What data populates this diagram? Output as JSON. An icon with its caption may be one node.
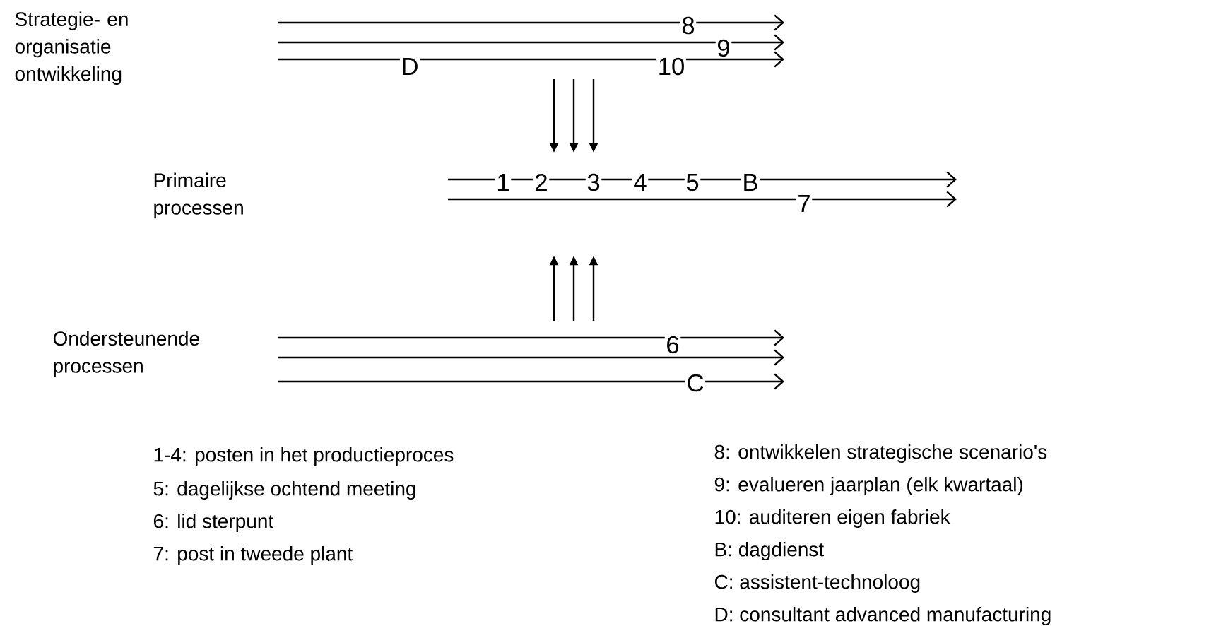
{
  "diagram": {
    "labels": [
      "Strategie- en organisatie ontwikkeling",
      "8",
      "9",
      "D",
      "10",
      "Primaire processen",
      "1",
      "2",
      "3",
      "4",
      "5",
      "B",
      "7",
      "Ondersteunende processen",
      "6",
      "C",
      "1-4: posten in het productieproces",
      "5: dagelijkse ochtend meeting",
      "6: lid sterpunt",
      "7: post in tweede plant",
      "8: ontwikkelen strategische scenario's",
      "9: evalueren jaarplan (elk kwartaal)",
      "10: auditeren eigen fabriek",
      "B: dagdienst",
      "C: assistent-technoloog",
      "D: consultant advanced manufacturing"
    ]
  }
}
